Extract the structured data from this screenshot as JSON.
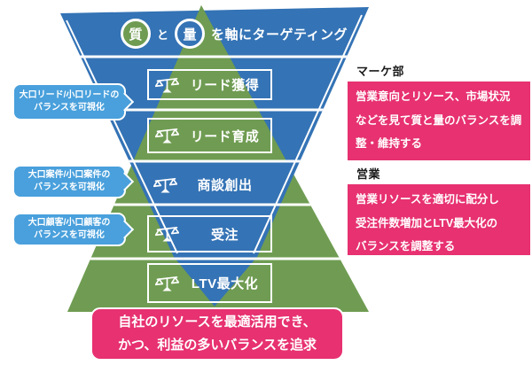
{
  "colors": {
    "funnel_blue": "#3473b5",
    "quality_green": "#6f9c52",
    "bubble_blue": "#49a0dc",
    "accent_pink": "#e73170",
    "white": "#ffffff",
    "heading_text": "#1a1a1a"
  },
  "header": {
    "circle_quality": "質",
    "connector": "と",
    "circle_quantity": "量",
    "suffix": "を軸にターゲティング"
  },
  "stages": [
    {
      "label": "リード獲得"
    },
    {
      "label": "リード育成"
    },
    {
      "label": "商談創出"
    },
    {
      "label": "受注"
    },
    {
      "label": "LTV最大化"
    }
  ],
  "left_bubbles": [
    {
      "text": "大口リード/小口リードの\nバランスを可視化"
    },
    {
      "text": "大口案件/小口案件の\nバランスを可視化"
    },
    {
      "text": "大口顧客/小口顧客の\nバランスを可視化"
    }
  ],
  "right_panels": [
    {
      "heading": "マーケ部",
      "body": "営業意向とリソース、市場状況\nなどを見て質と量のバランスを調\n整・維持する"
    },
    {
      "heading": "営業",
      "body": "営業リソースを適切に配分し\n受注件数増加とLTV最大化の\nバランスを調整する"
    }
  ],
  "bottom_note": "自社のリソースを最適活用でき、\nかつ、利益の多いバランスを追求"
}
